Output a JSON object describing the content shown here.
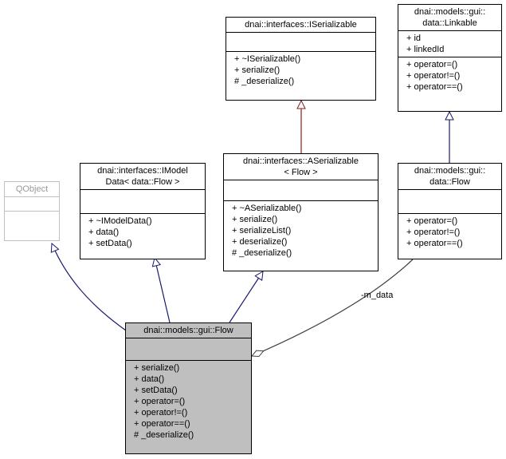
{
  "classes": {
    "qobject": {
      "name": [
        "QObject"
      ],
      "attributes": [],
      "operations": []
    },
    "imodeldata": {
      "name": [
        "dnai::interfaces::IModel",
        "Data< data::Flow >"
      ],
      "attributes": [],
      "operations": [
        "+ ~IModelData()",
        "+ data()",
        "+ setData()"
      ]
    },
    "iserializable": {
      "name": [
        "dnai::interfaces::ISerializable"
      ],
      "attributes": [],
      "operations": [
        "+ ~ISerializable()",
        "+ serialize()",
        "# _deserialize()"
      ]
    },
    "aserializable": {
      "name": [
        "dnai::interfaces::ASerializable",
        "< Flow >"
      ],
      "attributes": [],
      "operations": [
        "+ ~ASerializable()",
        "+ serialize()",
        "+ serializeList()",
        "+ deserialize()",
        "# _deserialize()"
      ]
    },
    "linkable": {
      "name": [
        "dnai::models::gui::",
        "data::Linkable"
      ],
      "attributes": [
        "+ id",
        "+ linkedId"
      ],
      "operations": [
        "+ operator=()",
        "+ operator!=()",
        "+ operator==()"
      ]
    },
    "dataflow": {
      "name": [
        "dnai::models::gui::",
        "data::Flow"
      ],
      "attributes": [],
      "operations": [
        "+ operator=()",
        "+ operator!=()",
        "+ operator==()"
      ]
    },
    "guiflow": {
      "name": [
        "dnai::models::gui::Flow"
      ],
      "attributes": [],
      "operations": [
        "+ serialize()",
        "+ data()",
        "+ setData()",
        "+ operator=()",
        "+ operator!=()",
        "+ operator==()",
        "# _deserialize()"
      ]
    }
  },
  "associations": {
    "m_data_label": "-m_data"
  },
  "colors": {
    "inherit_public": "#191970",
    "inherit_from_iserializable": "#8b1a1a",
    "association": "#404040",
    "focus_fill": "#bfbfbf"
  }
}
